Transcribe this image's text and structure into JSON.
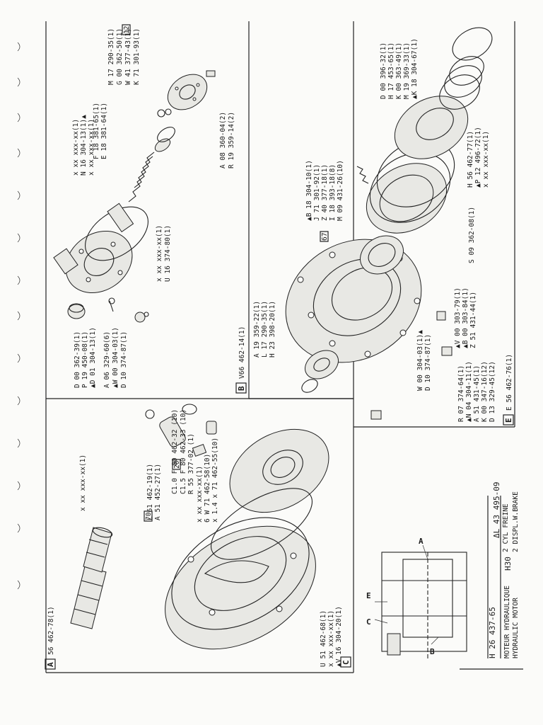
{
  "sections": {
    "A": {
      "letter": "A",
      "ref": "56 462-78(1)"
    },
    "B": {
      "letter": "B",
      "ref": "V66 462-14(1)"
    },
    "C": {
      "letter": "C"
    },
    "E": {
      "letter": "E",
      "ref": "E 56 462-76(1)"
    }
  },
  "section_b_labels": [
    "D 00 362-39(1)",
    "P 19 450-08(1)",
    "▲D 01 304-13(1)",
    "A 06 329-60(6)",
    "▲W 00 304-03(1)",
    "D 10 374-87(1)",
    "x xx xxx-xx(1)",
    "U 16 374-80(1)",
    "x xx xxx-xx(1)",
    "N 16 304-13(1)▲",
    "x xx xxx-xx(1)",
    "F 18 381-65(1)",
    "E 18 381-64(1)",
    "M 17 290-35(1)",
    "G 00 362-50(1)",
    "W 41 377-43(1)",
    "K 71 301-93(1)",
    "A 08 360-04(2)",
    "R 19 359-14(2)"
  ],
  "section_e_labels": [
    "A 19 359-22(1)",
    "L 17 290-35(1)",
    "H 23 398-20(1)",
    "▲B 18 304-10(1)",
    "J 71 301-92(1)",
    "Z 40 377-18(1)",
    "I 18 393-18(8)",
    "M 09 431-26(10)",
    "D 00 396-32(1)",
    "H 17 453-65(1)",
    "K 00 363-49(1)",
    "M 19 369-33(1)",
    "▲K 18 304-67(1)",
    "H 56 462-77(1)",
    "▲P 12 496-72(1)",
    "x xx xxx-xx(1)",
    "S 09 362-08(1)",
    "▲V 00 303-79(1)",
    "▲B 00 303-84(1)",
    "Z 51 431-44(1)",
    "R 07 374-64(1)",
    "▲N 04 304-11(1)",
    "A 51 431-45(1)",
    "K 00 347-16(12)",
    "D 13 329-45(12)",
    "W 00 304-03(1)▲",
    "D 10 374-87(1)"
  ],
  "section_c_labels": [
    "x xx xxx-xx(1)",
    "L 61 462-19(1)",
    "A 51 452-27(1)",
    "C1.0 F 80 462-32 (10)",
    "C1.5 F 80 462-33 (10)",
    "R 55 377-02 (1)",
    "x xx xxx-xx(1)",
    "6 W 71 462-58(10)",
    "x 1.4 x 71 462-55(10)",
    "U 51 462-68(1)",
    "x xx xxx-xx(1)",
    "▲V 16 304-20(1)"
  ],
  "callouts": {
    "c20": "20",
    "c12": "12",
    "c67": "67",
    "c70": "70"
  },
  "title_block": {
    "part_number": "H 26 437-65",
    "line1_fr": "MOTEUR HYDRAULIQUE",
    "line2_en": "HYDRAULIC MOTOR",
    "model": "H30",
    "desc_fr": "2 CYL FREINE",
    "desc_en": "2 DISPL.W.BRAKE",
    "revision": "ΔL 43 495-09"
  },
  "sketch_labels": {
    "A": "A",
    "B": "B",
    "C": "C",
    "E": "E"
  }
}
